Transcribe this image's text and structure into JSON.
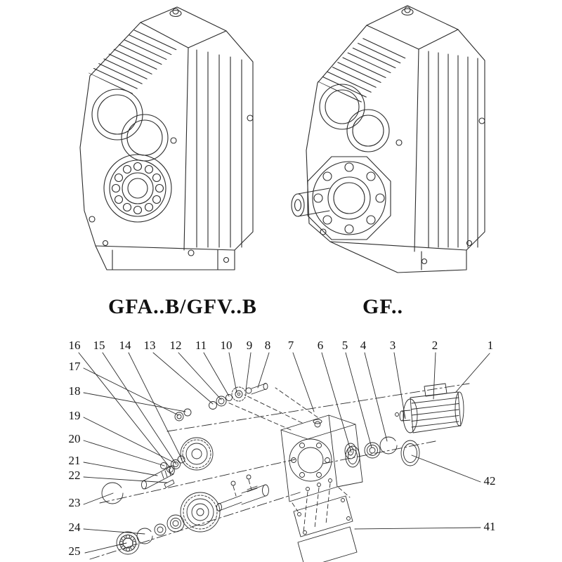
{
  "sheet": {
    "left_model_label": "GFA..B/GFV..B",
    "right_model_label": "GF.."
  },
  "callouts": {
    "top": [
      "16",
      "15",
      "14",
      "13",
      "12",
      "11",
      "10",
      "9",
      "8",
      "7",
      "6",
      "5",
      "4",
      "3",
      "2",
      "1"
    ],
    "left": [
      "17",
      "18",
      "19",
      "20",
      "21",
      "22",
      "23",
      "24",
      "25"
    ],
    "right": [
      "42",
      "41"
    ]
  },
  "colors": {
    "ink": "#2b2b2b",
    "background": "#ffffff"
  }
}
